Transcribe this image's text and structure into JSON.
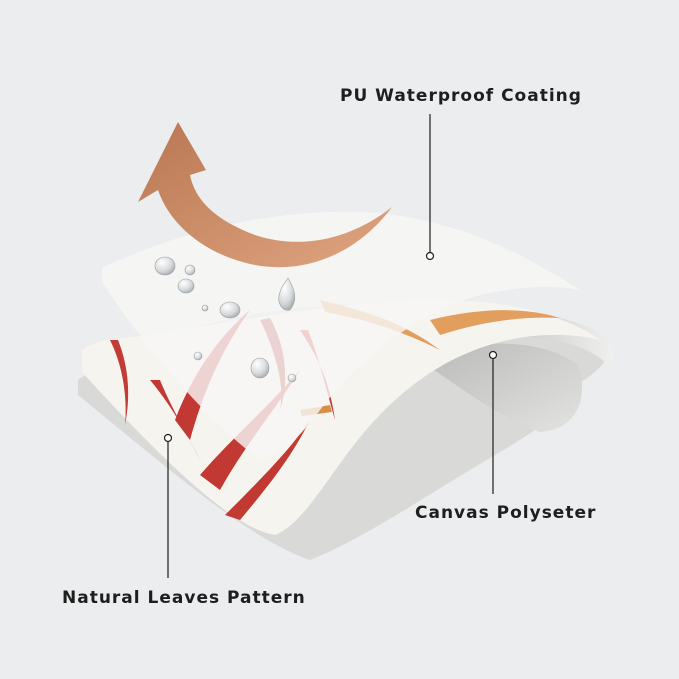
{
  "labels": {
    "pu_coating": "PU Waterproof Coating",
    "canvas": "Canvas Polyseter",
    "leaves": "Natural Leaves Pattern"
  },
  "colors": {
    "background": "#ebedee",
    "arrow": "#c98a66",
    "leaf_red": "#c0302a",
    "leaf_orange": "#e09a56",
    "coating": "#f4f4f2",
    "fabric_base": "#dadbd9"
  },
  "icons": [
    "up-arrow-icon",
    "water-droplet-icon"
  ]
}
